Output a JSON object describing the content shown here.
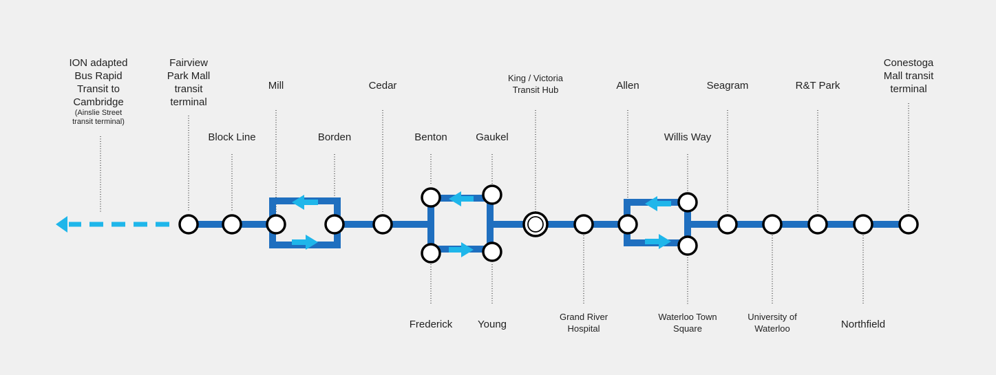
{
  "colors": {
    "line": "#1f6fbf",
    "arrow": "#1fb6ea",
    "station_stroke": "#000000",
    "station_fill": "#ffffff",
    "background": "#f0f0f0"
  },
  "bus_extension": {
    "line1": "ION adapted",
    "line2": "Bus Rapid",
    "line3": "Transit to",
    "line4": "Cambridge",
    "sub1": "(Ainslie Street",
    "sub2": "transit terminal)"
  },
  "stations": {
    "fairview": [
      "Fairview",
      "Park Mall",
      "transit",
      "terminal"
    ],
    "block_line": "Block Line",
    "mill": "Mill",
    "borden": "Borden",
    "cedar": "Cedar",
    "benton": "Benton",
    "frederick": "Frederick",
    "gaukel": "Gaukel",
    "young": "Young",
    "king_victoria": [
      "King / Victoria",
      "Transit Hub"
    ],
    "grand_river": [
      "Grand River",
      "Hospital"
    ],
    "allen": "Allen",
    "willis_way": "Willis Way",
    "waterloo_town_square": [
      "Waterloo Town",
      "Square"
    ],
    "seagram": "Seagram",
    "university": [
      "University of",
      "Waterloo"
    ],
    "rt_park": "R&T Park",
    "northfield": "Northfield",
    "conestoga": [
      "Conestoga",
      "Mall transit",
      "terminal"
    ]
  }
}
